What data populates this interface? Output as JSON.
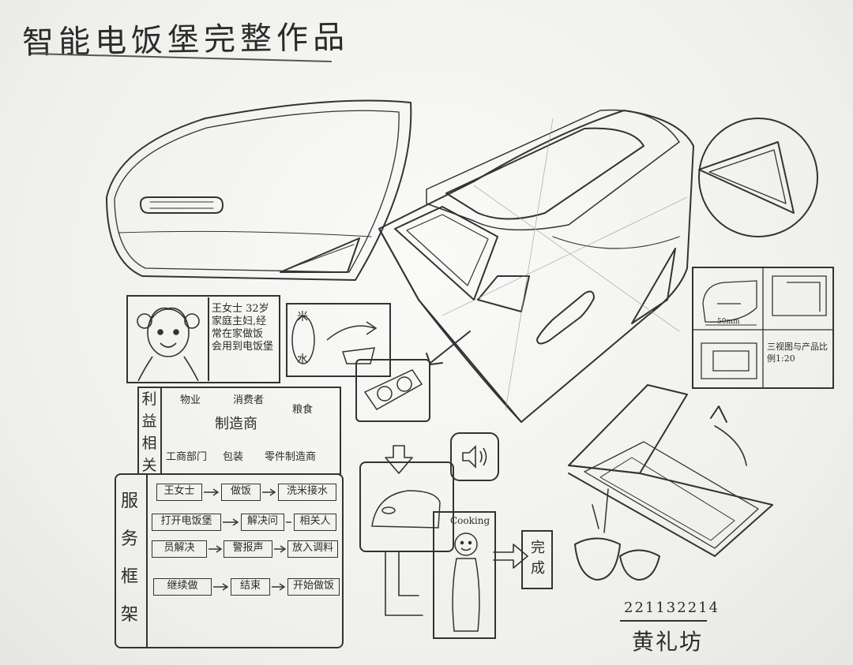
{
  "title": "智能电饭堡完整作品",
  "persona": {
    "lines": [
      "王女士 32岁",
      "家庭主妇,经",
      "常在家做饭",
      "会用到电饭堡"
    ]
  },
  "fuel_icon": {
    "top_text": "米",
    "bottom_text": "水"
  },
  "stakeholders": {
    "label": "利益相关",
    "items": [
      "物业",
      "消费者",
      "粮食",
      "制造商",
      "工商部门",
      "包装",
      "零件制造商"
    ]
  },
  "service": {
    "label": "服务框架",
    "rows": [
      [
        "王女士",
        "做饭",
        "洗米接水"
      ],
      [
        "打开电饭堡",
        "解决问",
        "相关人"
      ],
      [
        "员解决",
        "警报声",
        "放入调料"
      ],
      [
        "继续做",
        "结束",
        "开始做饭"
      ]
    ]
  },
  "cooking_label": "Cooking",
  "done_label": "完成",
  "views_note": "三视图与产品比例1:20",
  "dimension_label": "50mm",
  "student_id": "221132214",
  "signature": "黄礼坊"
}
